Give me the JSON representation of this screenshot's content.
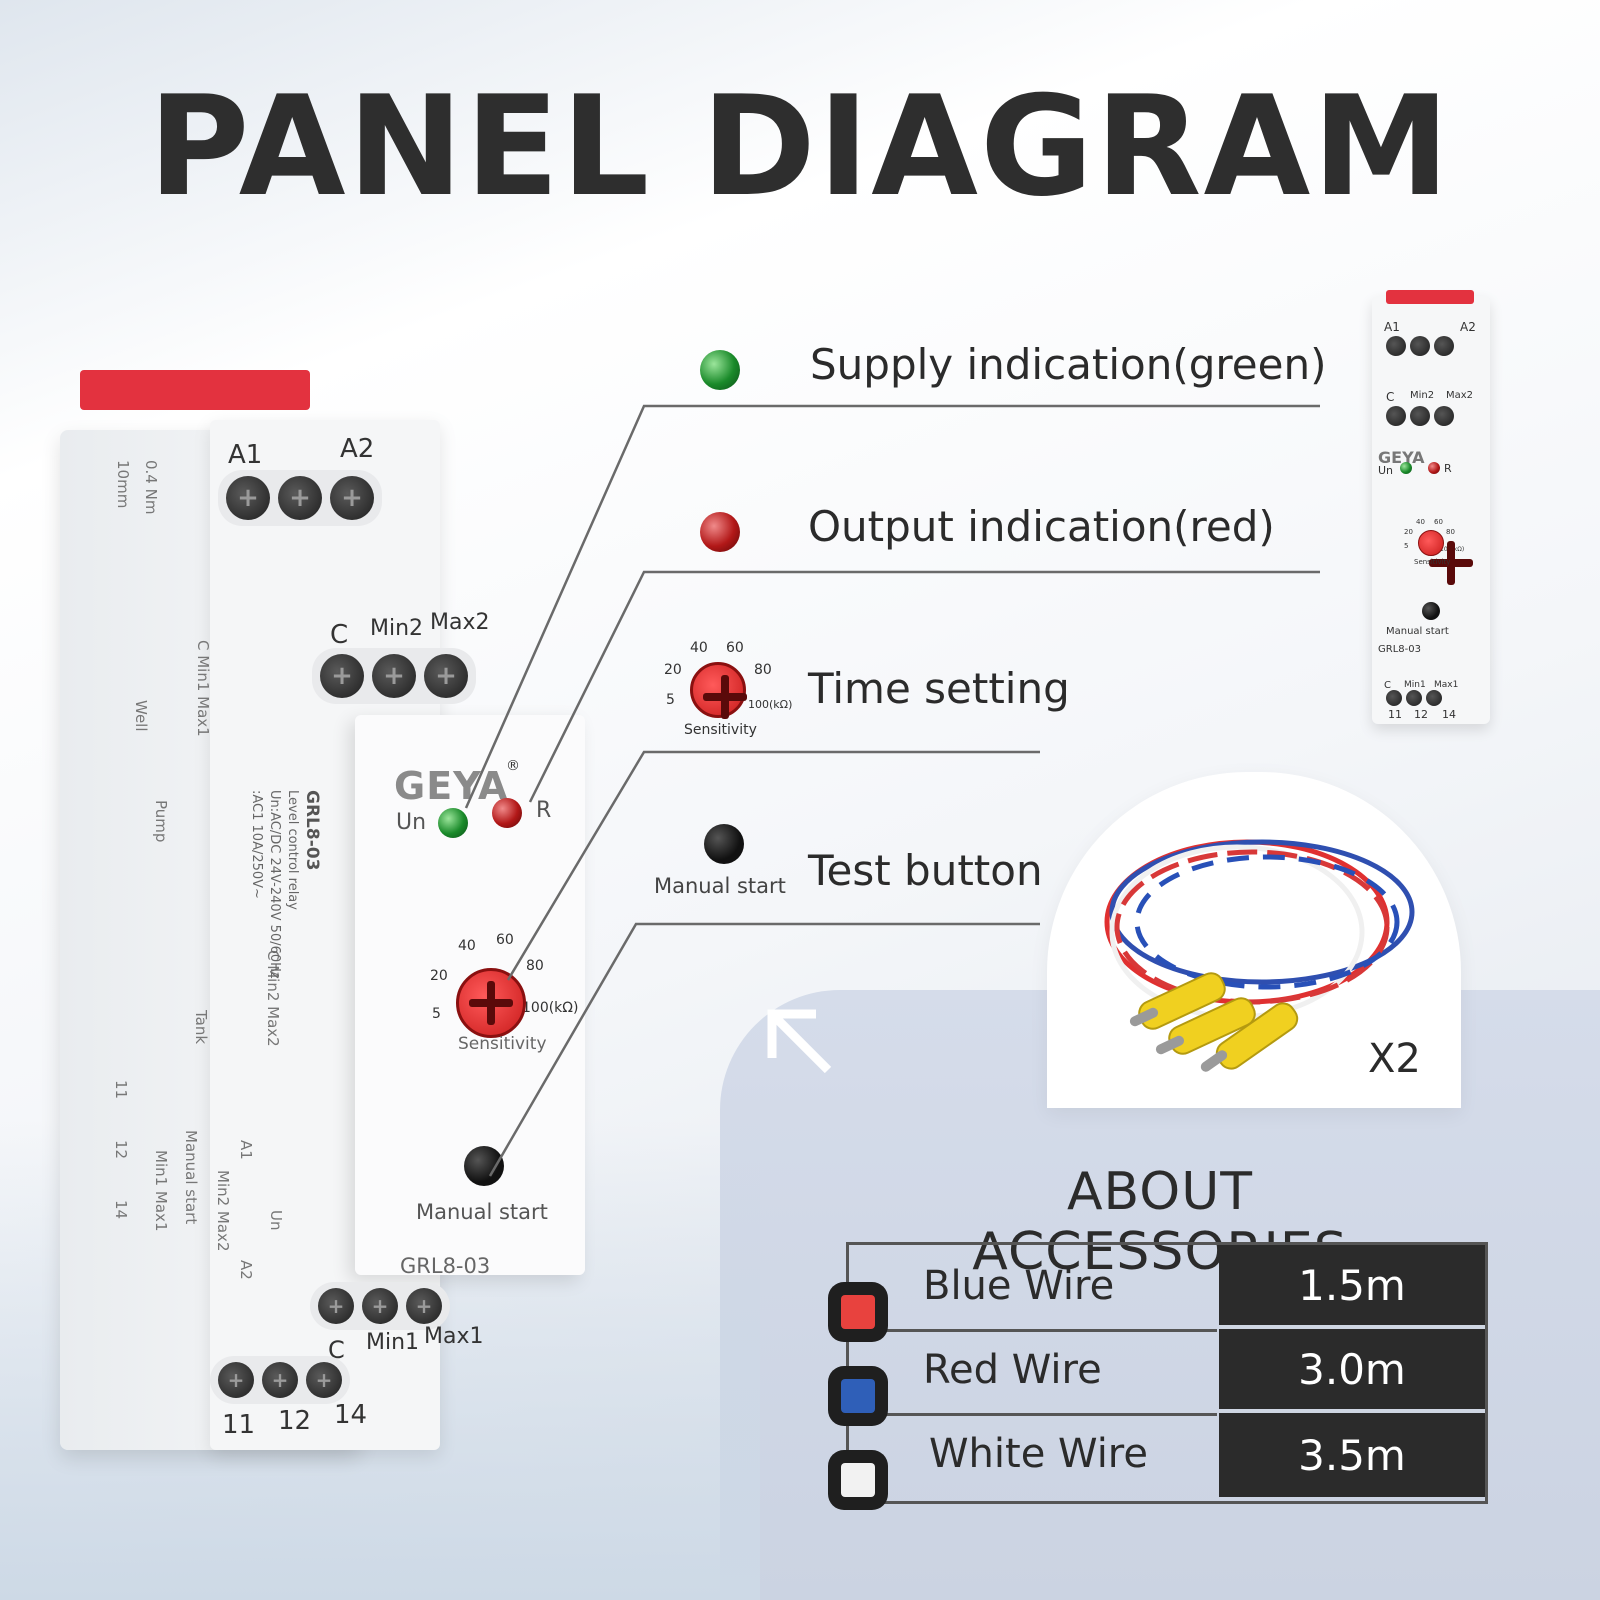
{
  "title": "PANEL DIAGRAM",
  "relay": {
    "top_terminal_left": "A1",
    "top_terminal_right": "A2",
    "mid_terminal_c": "C",
    "mid_terminal_min2": "Min2",
    "mid_terminal_max2": "Max2",
    "brand": "GEYA",
    "brand_mark": "®",
    "led_un": "Un",
    "led_r": "R",
    "model": "GRL8-03",
    "desc_line1": "Level control relay",
    "desc_line2": "Un:AC/DC 24V-240V 50/60Hz",
    "desc_line3": ":AC1 10A/250V~",
    "dial_ticks": [
      "40",
      "60",
      "20",
      "80",
      "5",
      "100(kΩ)"
    ],
    "dial_caption": "Sensitivity",
    "button_caption": "Manual start",
    "bottom_terminal_c": "C",
    "bottom_terminal_min1": "Min1",
    "bottom_terminal_max1": "Max1",
    "bottom_numbers": [
      "11",
      "12",
      "14"
    ],
    "side_texts": [
      "0.4 Nm",
      "10mm",
      "Well",
      "Pump",
      "Tank",
      "C  Min1 Max1",
      "C  Min2 Max2",
      "Manual start",
      "Min1 Max1",
      "Min2 Max2",
      "A1",
      "A2",
      "Un",
      "11",
      "12",
      "14"
    ]
  },
  "callouts": [
    {
      "label": "Supply indication(green)"
    },
    {
      "label": "Output indication(red)"
    },
    {
      "label": "Time setting",
      "icon_ticks": [
        "40",
        "60",
        "20",
        "80",
        "5",
        "100(kΩ)"
      ],
      "icon_caption": "Sensitivity"
    },
    {
      "label": "Test button",
      "icon_caption": "Manual start"
    }
  ],
  "mini_relay": {
    "a1": "A1",
    "a2": "A2",
    "c": "C",
    "min2": "Min2",
    "max2": "Max2",
    "brand": "GEYA",
    "un": "Un",
    "r": "R",
    "ticks": [
      "40",
      "60",
      "20",
      "80",
      "5",
      "100(kΩ)"
    ],
    "dial_caption": "Sensitivity",
    "button_caption": "Manual start",
    "model": "GRL8-03",
    "bc": "C",
    "min1": "Min1",
    "max1": "Max1",
    "numbers": [
      "11",
      "12",
      "14"
    ]
  },
  "accessories": {
    "quantity": "X2",
    "title": "ABOUT ACCESSORIES",
    "rows": [
      {
        "name": "Blue Wire",
        "length": "1.5m",
        "swatch_color": "#e8423e"
      },
      {
        "name": "Red Wire",
        "length": "3.0m",
        "swatch_color": "#2f5fb8"
      },
      {
        "name": "White Wire",
        "length": "3.5m",
        "swatch_color": "#f2f2f2"
      }
    ]
  },
  "colors": {
    "accent_red": "#e3323f",
    "text_dark": "#2b2b2b",
    "table_dark": "#2b2b2b"
  }
}
